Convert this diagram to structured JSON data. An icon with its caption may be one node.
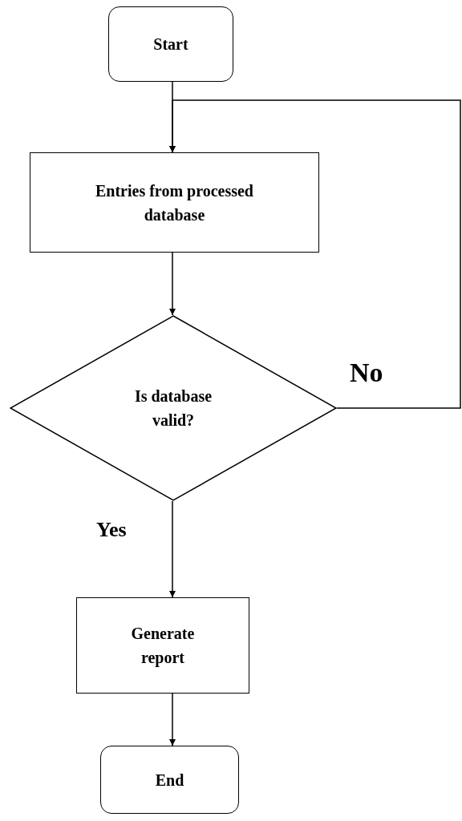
{
  "diagram": {
    "nodes": [
      {
        "text": [
          "Start"
        ]
      },
      {
        "text": [
          "Entries from processed database"
        ]
      },
      {
        "text": [
          "Is database valid?"
        ]
      },
      {
        "text": [
          "Generate report"
        ]
      },
      {
        "text": [
          "End"
        ]
      }
    ],
    "edges": [
      {
        "from": 0,
        "to": 1,
        "arrow": "to"
      },
      {
        "from": 1,
        "to": 2,
        "arrow": "to"
      },
      {
        "from": 2,
        "to": 3,
        "arrow": "to",
        "label": "Yes"
      },
      {
        "from": 2,
        "to": 1,
        "arrow": "to",
        "label": "No"
      },
      {
        "from": 3,
        "to": 4,
        "arrow": "to"
      }
    ]
  }
}
